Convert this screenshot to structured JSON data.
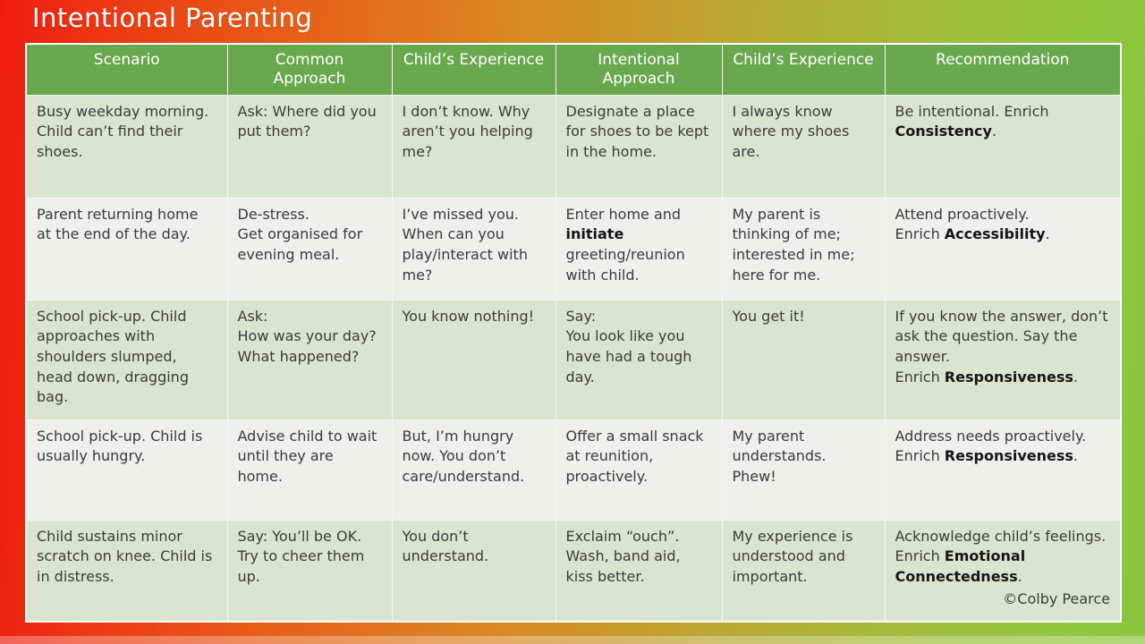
{
  "title": "Intentional Parenting",
  "credit": "©Colby Pearce",
  "colors": {
    "header_green": "#69a84e",
    "row_odd_bg": "#d9e5d1",
    "row_even_bg": "#edf1e9",
    "body_text": "#3c3c38",
    "header_text": "#ffffff",
    "background_left": "#ee1c10",
    "background_right": "#8bc43e"
  },
  "table": {
    "headers": [
      "Scenario",
      "Common Approach",
      "Child’s Experience",
      "Intentional Approach",
      "Child’s Experience",
      "Recommendation"
    ],
    "rows": [
      [
        "Busy weekday morning. Child can’t find their shoes.",
        "Ask: Where did you put them?",
        "I don’t know. Why aren’t you helping me?",
        "Designate a place for shoes to be kept in the home.",
        "I always know where my shoes are.",
        "Be intentional. Enrich **Consistency**."
      ],
      [
        "Parent returning home at the end of the day.",
        "De-stress.\nGet organised for evening meal.",
        "I’ve missed you. When can you play/interact with me?",
        "Enter home and **initiate** greeting/reunion with child.",
        "My parent is thinking of me; interested in me; here for me.",
        "Attend proactively.\nEnrich **Accessibility**."
      ],
      [
        "School pick-up. Child approaches with shoulders slumped, head down, dragging bag.",
        "Ask:\nHow was your day?\nWhat happened?",
        "You know nothing!",
        "Say:\nYou look like you have had a tough day.",
        "You get it!",
        "If you know the answer, don’t ask the question. Say the answer.\nEnrich **Responsiveness**."
      ],
      [
        "School pick-up. Child is usually hungry.",
        "Advise child to wait until they are home.",
        "But, I’m hungry now. You don’t care/understand.",
        "Offer a small snack at reunition, proactively.",
        "My parent understands. Phew!",
        "Address needs proactively.\nEnrich **Responsiveness**."
      ],
      [
        "Child sustains minor scratch on knee. Child is in distress.",
        "Say: You’ll be OK.\nTry to cheer them up.",
        "You don’t understand.",
        "Exclaim “ouch”.\nWash, band aid, kiss better.",
        "My experience is understood and important.",
        "Acknowledge child’s feelings. Enrich **Emotional Connectedness**."
      ]
    ]
  }
}
